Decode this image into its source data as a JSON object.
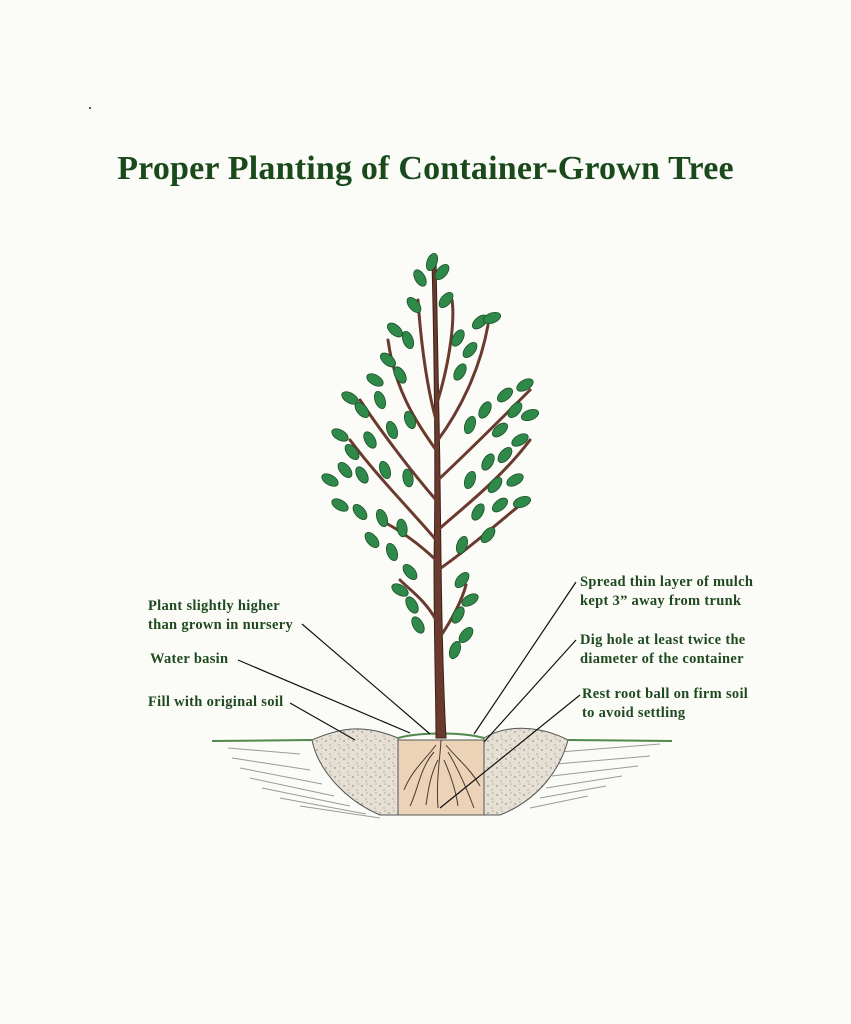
{
  "title": "Proper Planting of Container-Grown Tree",
  "labels": {
    "plant_higher": [
      "Plant slightly higher",
      "than grown in nursery"
    ],
    "water_basin": [
      "Water basin"
    ],
    "fill_soil": [
      "Fill with original soil"
    ],
    "mulch": [
      "Spread thin layer of mulch",
      "kept 3” away from trunk"
    ],
    "dig_hole": [
      "Dig hole at least twice the",
      "diameter of the container"
    ],
    "root_ball": [
      "Rest root ball on firm soil",
      "to avoid settling"
    ]
  },
  "colors": {
    "title": "#1a4a1c",
    "label": "#1f4a20",
    "trunk": "#6b3a2e",
    "leaf": "#2f8a4a",
    "soil": "#e6dfd3",
    "rootball": "#ecd3b8",
    "grass": "#4e8a4c"
  },
  "icons": [
    "tree-illustration",
    "root-ball",
    "soil-mound"
  ]
}
